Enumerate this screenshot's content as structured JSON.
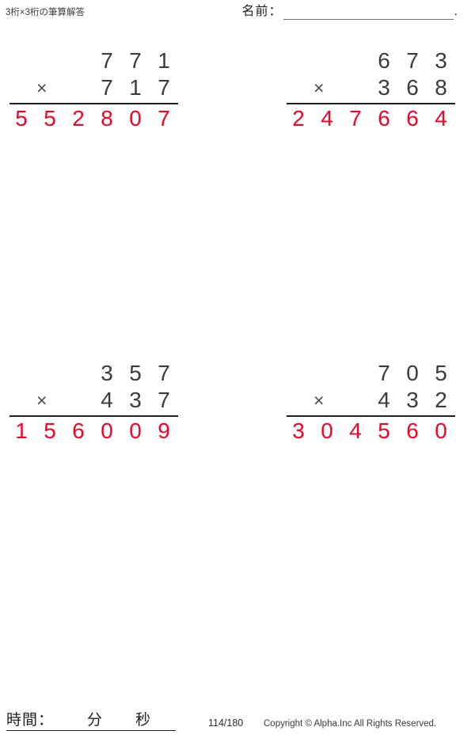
{
  "header": {
    "title": "3桁×3桁の筆算解答",
    "name_label": "名前：",
    "name_value": "",
    "name_period": "."
  },
  "problems": [
    {
      "id": "problem-1",
      "multiplicand": [
        "7",
        "7",
        "1"
      ],
      "operator": "×",
      "multiplier": [
        "7",
        "1",
        "7"
      ],
      "answer": [
        "5",
        "5",
        "2",
        "8",
        "0",
        "7"
      ]
    },
    {
      "id": "problem-2",
      "multiplicand": [
        "6",
        "7",
        "3"
      ],
      "operator": "×",
      "multiplier": [
        "3",
        "6",
        "8"
      ],
      "answer": [
        "2",
        "4",
        "7",
        "6",
        "6",
        "4"
      ]
    },
    {
      "id": "problem-3",
      "multiplicand": [
        "3",
        "5",
        "7"
      ],
      "operator": "×",
      "multiplier": [
        "4",
        "3",
        "7"
      ],
      "answer": [
        "1",
        "5",
        "6",
        "0",
        "0",
        "9"
      ]
    },
    {
      "id": "problem-4",
      "multiplicand": [
        "7",
        "0",
        "5"
      ],
      "operator": "×",
      "multiplier": [
        "4",
        "3",
        "2"
      ],
      "answer": [
        "3",
        "0",
        "4",
        "5",
        "6",
        "0"
      ]
    }
  ],
  "footer": {
    "time_label": "時間：",
    "minutes_unit": "分",
    "seconds_unit": "秒",
    "page_number": "114/180",
    "copyright": "Copyright © Alpha.Inc All Rights Reserved."
  },
  "colors": {
    "answer_red": "#fb0021",
    "ink": "#231f20",
    "rule": "#231f20"
  }
}
